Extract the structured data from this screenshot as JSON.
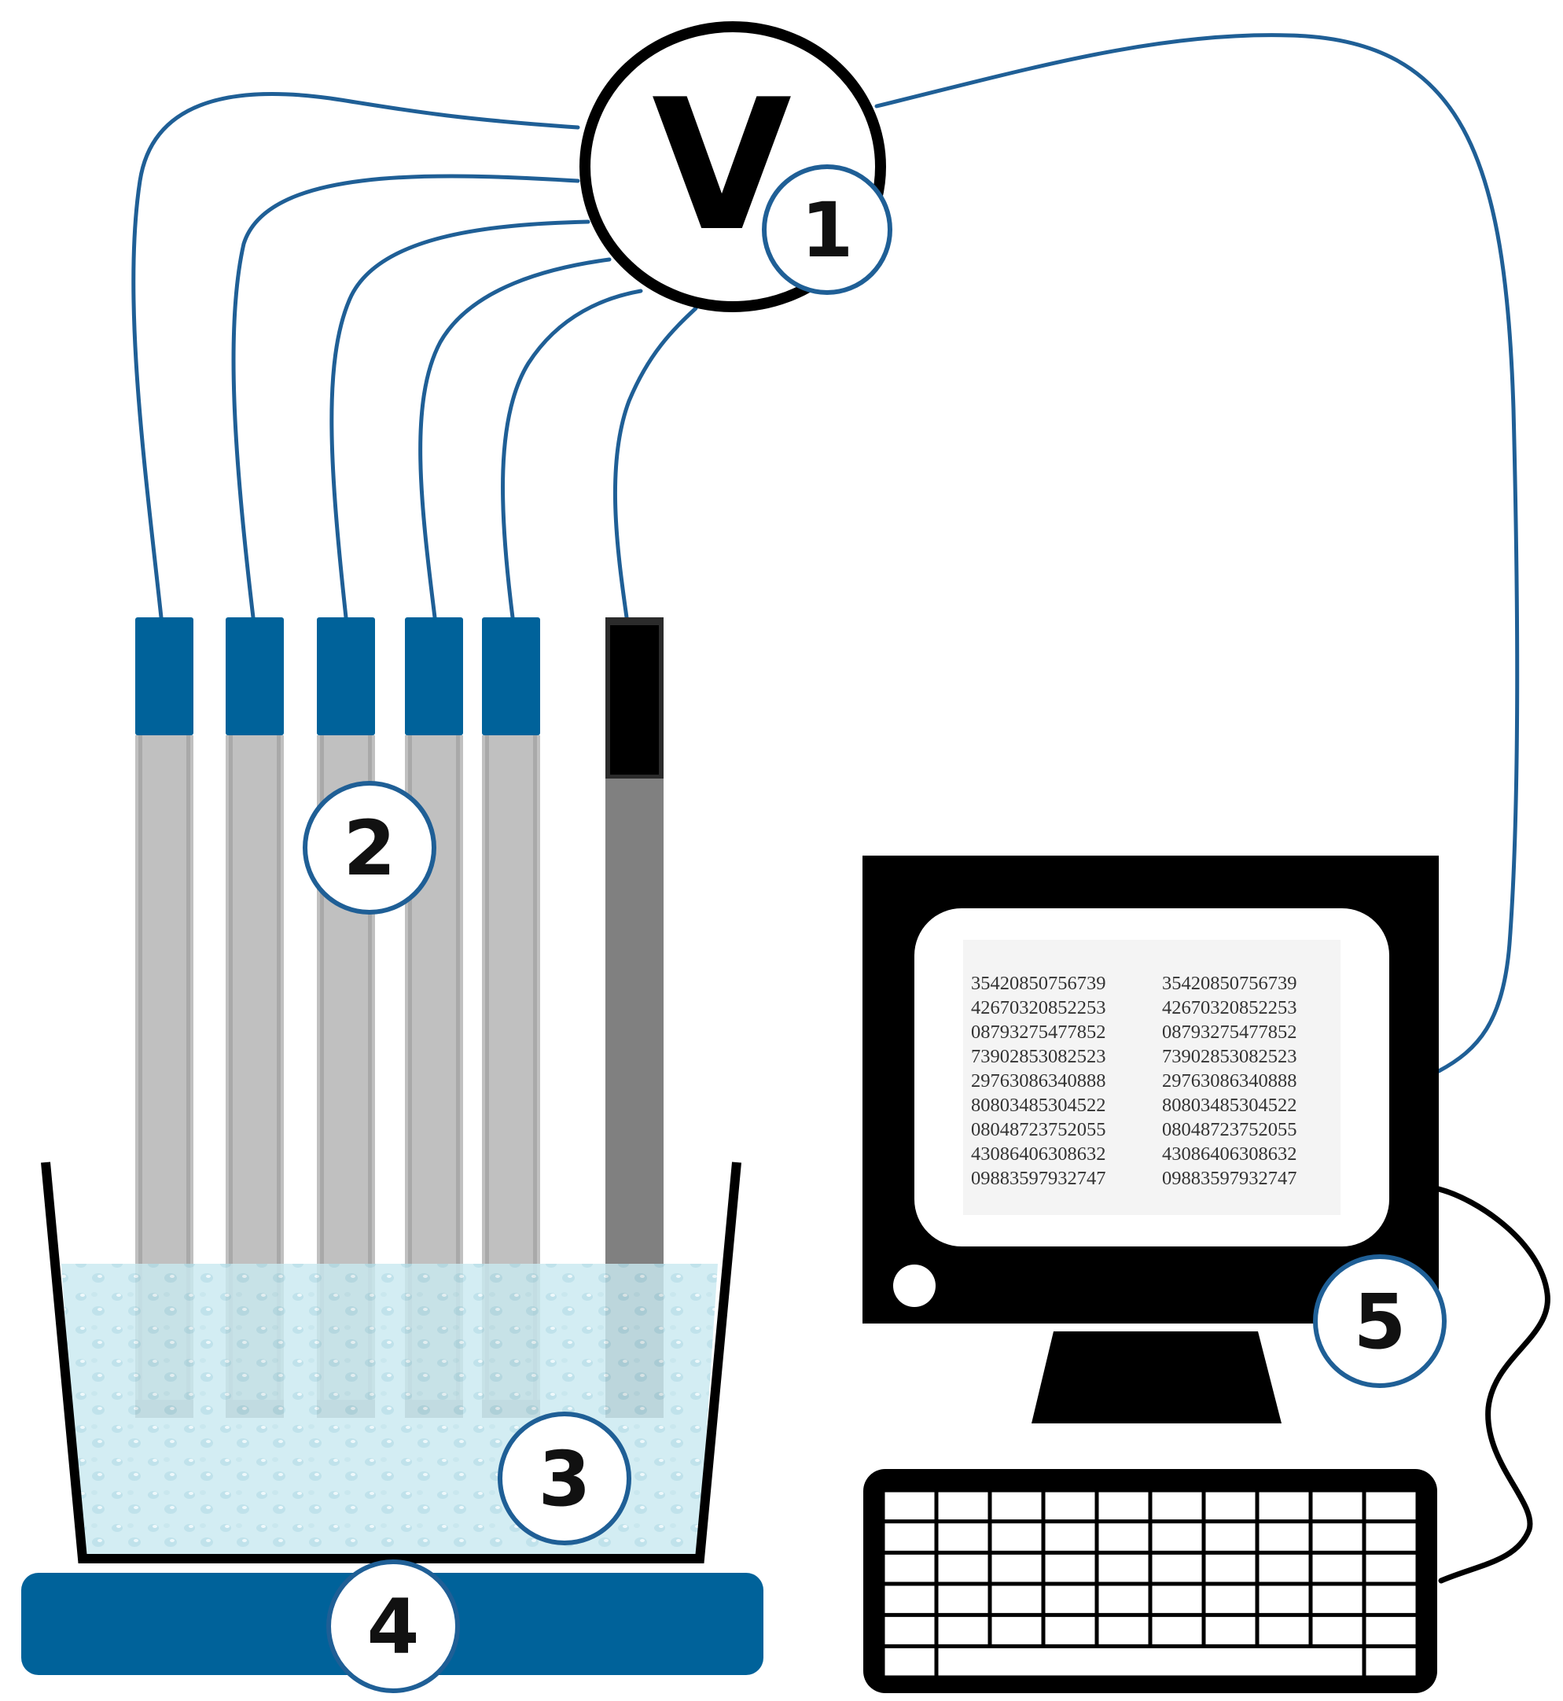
{
  "colors": {
    "wire": "#1f5f96",
    "electrode_cap": "#00629a",
    "electrode_body": "#c0c0c0",
    "reference_cap": "#000000",
    "reference_body": "#808080",
    "water": "#c9e9f0",
    "stirrer": "#00629a",
    "outline": "#000000",
    "label_ring": "#1f5f96"
  },
  "voltmeter": {
    "symbol": "V"
  },
  "labels": [
    {
      "id": "1",
      "text": "1",
      "part": "voltmeter"
    },
    {
      "id": "2",
      "text": "2",
      "part": "electrodes"
    },
    {
      "id": "3",
      "text": "3",
      "part": "beaker-solution"
    },
    {
      "id": "4",
      "text": "4",
      "part": "stirrer"
    },
    {
      "id": "5",
      "text": "5",
      "part": "computer"
    }
  ],
  "screen": {
    "columns": [
      [
        "35420850756739",
        "42670320852253",
        "08793275477852",
        "73902853082523",
        "29763086340888",
        "80803485304522",
        "08048723752055",
        "43086406308632",
        "09883597932747"
      ],
      [
        "35420850756739",
        "42670320852253",
        "08793275477852",
        "73902853082523",
        "29763086340888",
        "80803485304522",
        "08048723752055",
        "43086406308632",
        "09883597932747"
      ]
    ]
  }
}
